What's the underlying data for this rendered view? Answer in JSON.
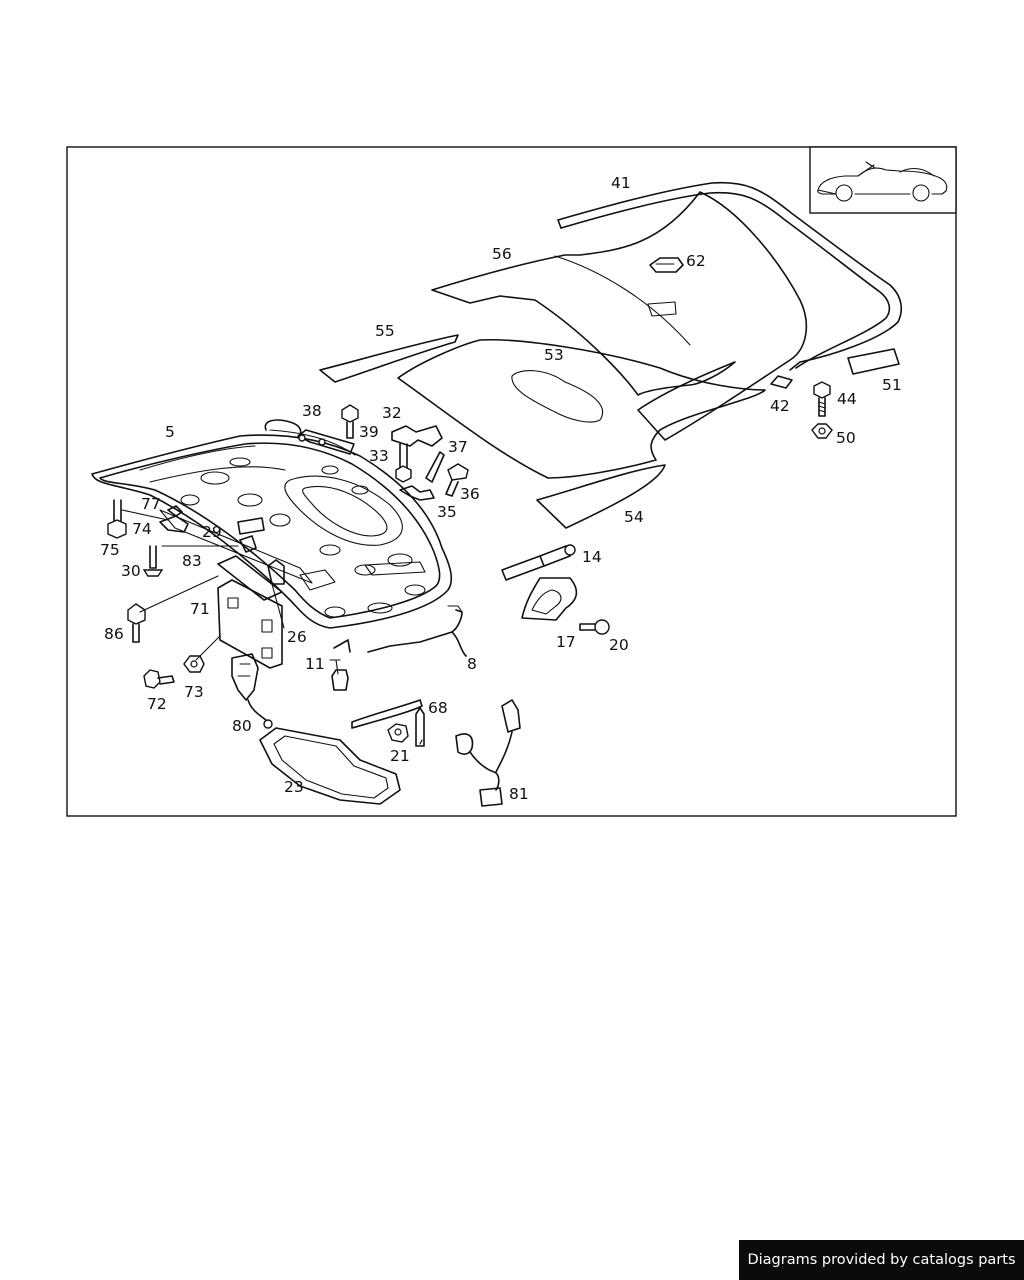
{
  "diagram": {
    "labels": {
      "p41": "41",
      "p62": "62",
      "p56": "56",
      "p55": "55",
      "p53": "53",
      "p42": "42",
      "p44": "44",
      "p51": "51",
      "p50": "50",
      "p38": "38",
      "p39": "39",
      "p32": "32",
      "p33": "33",
      "p37": "37",
      "p36": "36",
      "p35": "35",
      "p5": "5",
      "p77": "77",
      "p74": "74",
      "p75": "75",
      "p29": "29",
      "p30": "30",
      "p83": "83",
      "p71": "71",
      "p26": "26",
      "p86": "86",
      "p54": "54",
      "p14": "14",
      "p17": "17",
      "p20": "20",
      "p11": "11",
      "p8": "8",
      "p72": "72",
      "p73": "73",
      "p80": "80",
      "p68": "68",
      "p21": "21",
      "p23": "23",
      "p81": "81"
    }
  },
  "footer": {
    "text": "Diagrams provided by catalogs parts"
  }
}
